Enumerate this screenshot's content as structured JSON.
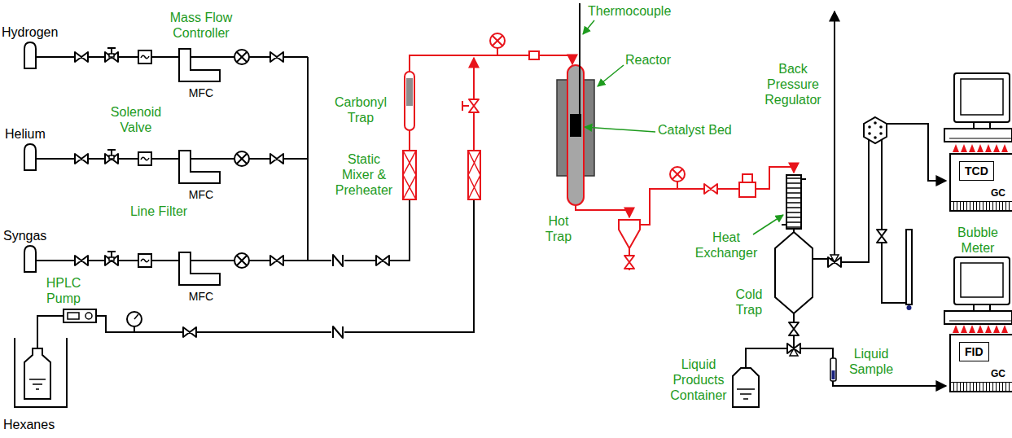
{
  "diagram": {
    "nodes": [
      {
        "text": [
          "MFC"
        ]
      },
      {
        "text": [
          "MFC"
        ]
      },
      {
        "text": [
          "MFC"
        ]
      },
      {
        "text": [
          "TCD",
          "GC"
        ]
      },
      {
        "text": [
          "FID",
          "GC"
        ]
      }
    ],
    "labels": [
      "Mass Flow Controller",
      "Hydrogen",
      "Solenoid Valve",
      "Helium",
      "Line Filter",
      "Syngas",
      "HPLC Pump",
      "Hexanes",
      "Carbonyl Trap",
      "Static Mixer & Preheater",
      "Thermocouple",
      "Reactor",
      "Catalyst Bed",
      "Back Pressure Regulator",
      "Hot Trap",
      "Heat Exchanger",
      "Cold Trap",
      "Bubble Meter",
      "Liquid Products Container",
      "Liquid Sample"
    ]
  }
}
